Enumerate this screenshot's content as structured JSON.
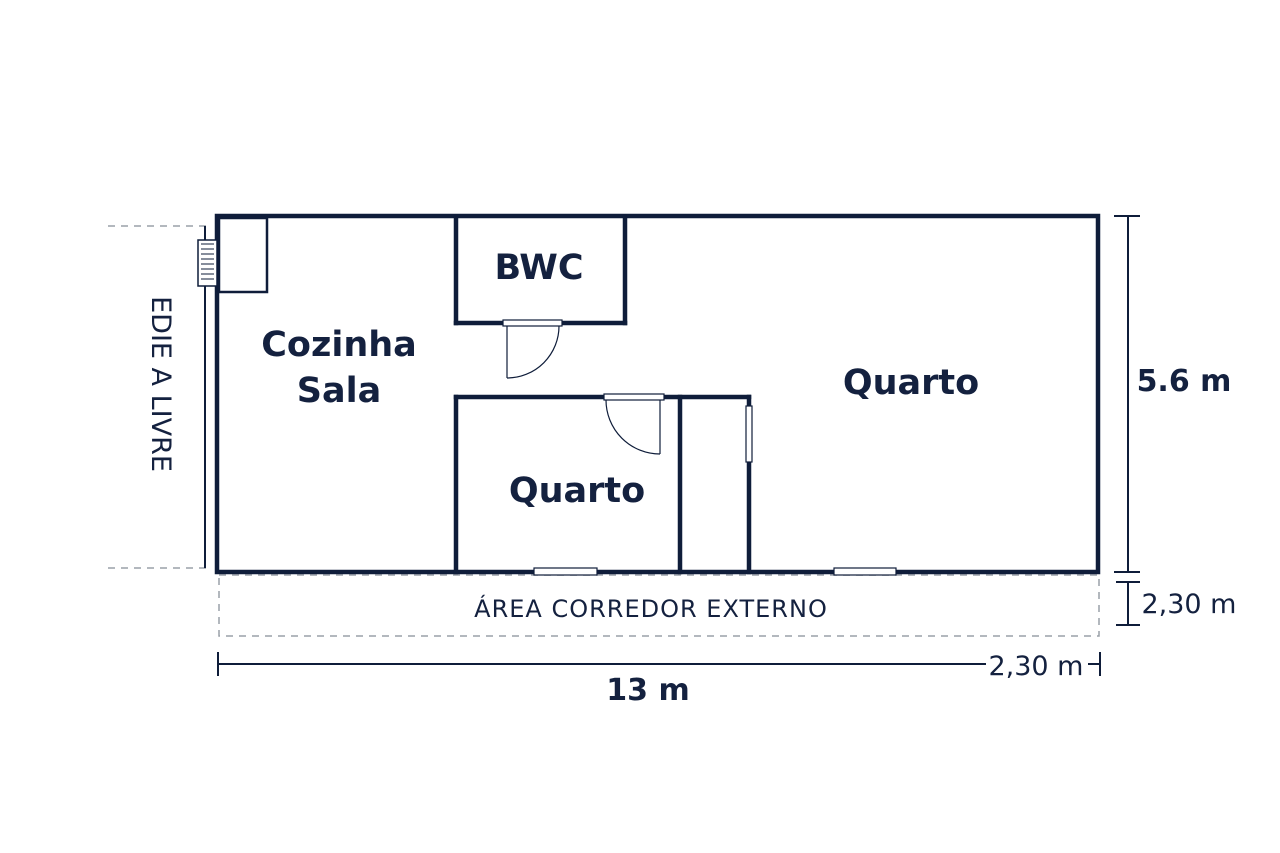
{
  "rooms": {
    "kitchen_line1": "Cozinha",
    "kitchen_line2": "Sala",
    "bathroom": "BWC",
    "bedroom_small": "Quarto",
    "bedroom_large": "Quarto"
  },
  "labels": {
    "side_area": "EDIE A LIVRE",
    "corridor": "ÁREA CORREDOR EXTERNO"
  },
  "dimensions": {
    "height": "5.6 m",
    "corridor_depth": "2,30 m",
    "corridor_width": "2,30 m",
    "total_length": "13 m"
  },
  "colors": {
    "wall": "#0f1d3a",
    "text": "#14213f",
    "dashed": "#9aa0a8"
  }
}
